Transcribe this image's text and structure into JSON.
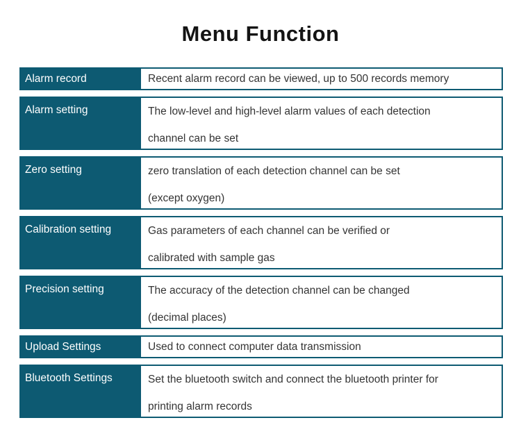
{
  "page": {
    "title": "Menu Function"
  },
  "colors": {
    "label_cell_background": "#0d5a72",
    "label_cell_text": "#ffffff",
    "cell_border": "#0d5a72",
    "description_text": "#343434",
    "title_text": "#141414",
    "page_background": "#ffffff"
  },
  "table": {
    "rows": [
      {
        "label": "Alarm record",
        "description_lines": [
          "Recent alarm record can be viewed, up to 500 records memory"
        ]
      },
      {
        "label": "Alarm setting",
        "description_lines": [
          "The low-level and high-level alarm values of each detection",
          "channel can be set"
        ]
      },
      {
        "label": "Zero setting",
        "description_lines": [
          "zero translation of each detection channel can be set",
          "(except oxygen)"
        ]
      },
      {
        "label": "Calibration setting",
        "description_lines": [
          "Gas parameters of each channel can be verified or",
          "calibrated with sample gas"
        ]
      },
      {
        "label": "Precision setting",
        "description_lines": [
          "The accuracy of the detection channel can be changed",
          "(decimal places)"
        ]
      },
      {
        "label": "Upload Settings",
        "description_lines": [
          "Used to connect computer data transmission"
        ]
      },
      {
        "label": "Bluetooth Settings",
        "description_lines": [
          "Set the bluetooth switch and connect the bluetooth printer for",
          "printing alarm records"
        ]
      }
    ]
  }
}
